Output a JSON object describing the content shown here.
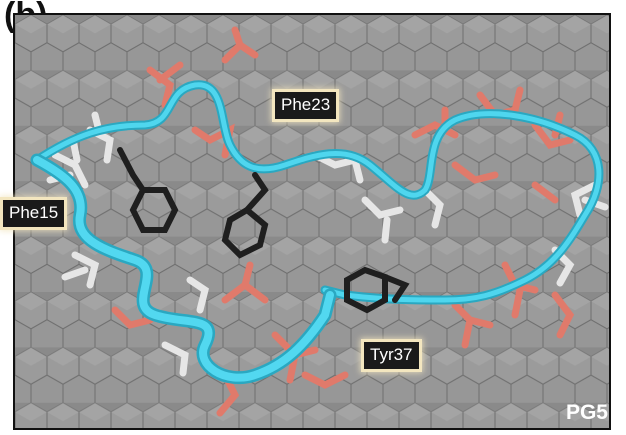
{
  "figure": {
    "panel_letter": "(b)",
    "system_label": "PG5",
    "residue_labels": [
      "Phe23",
      "Phe15",
      "Tyr37"
    ],
    "colors": {
      "surface": "#8f8f8f",
      "backbone_ribbon": "#38c6df",
      "charged_residues": "#e07a6b",
      "aromatic_residues": "#1f1f1f",
      "hydrophobic_residues": "#e6e6e6",
      "label_background": "#1a1a1a",
      "label_glow": "#f3e6bf"
    }
  }
}
